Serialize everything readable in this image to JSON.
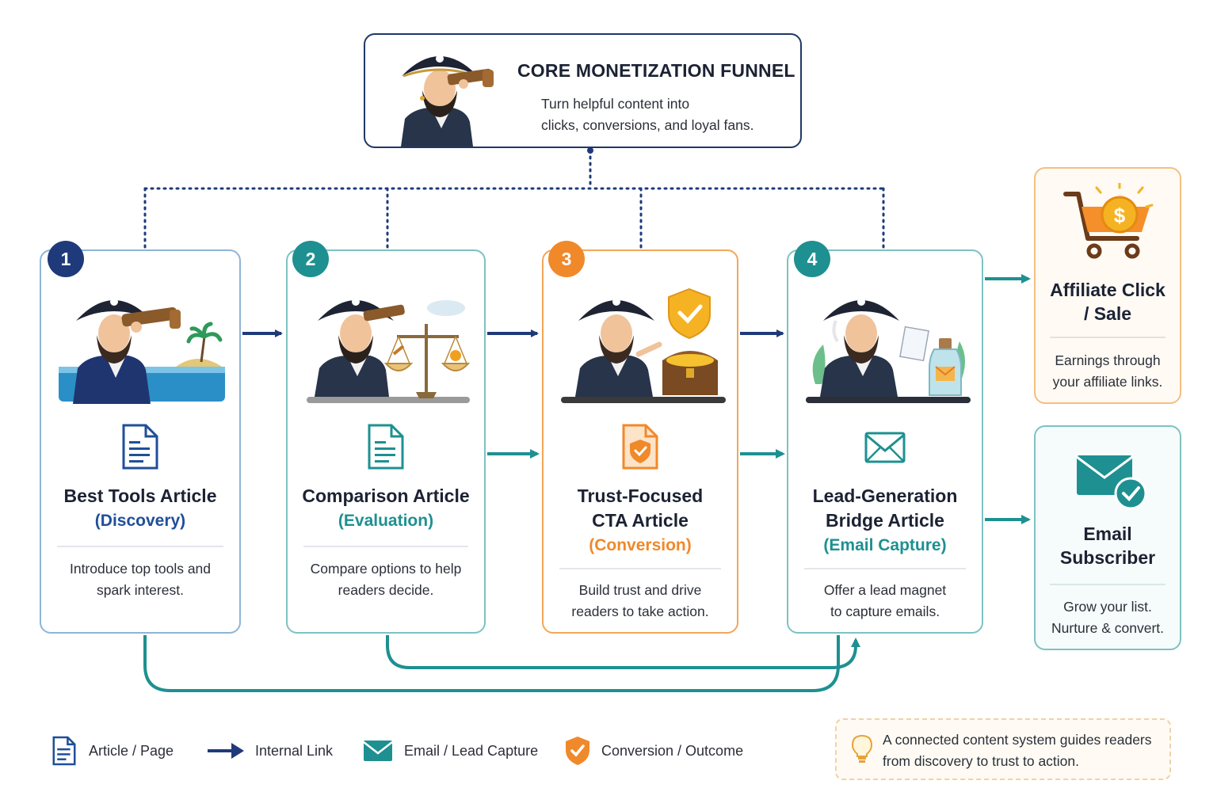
{
  "header": {
    "title": "CORE MONETIZATION FUNNEL",
    "subtitle_line1": "Turn helpful content into",
    "subtitle_line2": "clicks, conversions, and loyal fans."
  },
  "colors": {
    "navy": "#1f3a7a",
    "teal": "#1e9091",
    "orange": "#f0892a",
    "dark": "#1b2233"
  },
  "stages": [
    {
      "number": "1",
      "title": "Best Tools Article",
      "phase": "(Discovery)",
      "desc_line1": "Introduce top tools and",
      "desc_line2": "spark interest.",
      "icon": "document-icon",
      "accent": "#1f3a7a"
    },
    {
      "number": "2",
      "title": "Comparison Article",
      "phase": "(Evaluation)",
      "desc_line1": "Compare options to help",
      "desc_line2": "readers decide.",
      "icon": "document-icon",
      "accent": "#1e9091"
    },
    {
      "number": "3",
      "title_line1": "Trust-Focused",
      "title_line2": "CTA Article",
      "phase": "(Conversion)",
      "desc_line1": "Build trust and drive",
      "desc_line2": "readers to take action.",
      "icon": "shield-document-icon",
      "accent": "#f0892a"
    },
    {
      "number": "4",
      "title_line1": "Lead-Generation",
      "title_line2": "Bridge Article",
      "phase": "(Email Capture)",
      "desc_line1": "Offer a lead magnet",
      "desc_line2": "to capture emails.",
      "icon": "envelope-icon",
      "accent": "#1e9091"
    }
  ],
  "outcomes": {
    "sale": {
      "title_line1": "Affiliate Click",
      "title_line2": "/ Sale",
      "desc_line1": "Earnings through",
      "desc_line2": "your affiliate links.",
      "icon": "shopping-cart-coin-icon"
    },
    "email": {
      "title_line1": "Email",
      "title_line2": "Subscriber",
      "desc_line1": "Grow your list.",
      "desc_line2": "Nurture & convert.",
      "icon": "envelope-check-icon"
    }
  },
  "legend": [
    {
      "label": "Article / Page",
      "icon": "document-icon"
    },
    {
      "label": "Internal Link",
      "icon": "arrow-icon"
    },
    {
      "label": "Email / Lead Capture",
      "icon": "envelope-icon"
    },
    {
      "label": "Conversion / Outcome",
      "icon": "shield-check-icon"
    }
  ],
  "note": {
    "line1": "A connected content system guides readers",
    "line2": "from discovery to trust to action.",
    "icon": "lightbulb-icon"
  }
}
